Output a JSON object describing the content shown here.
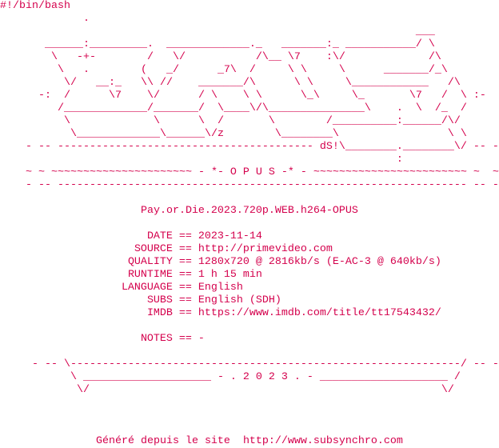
{
  "colors": {
    "text": "#d4004c",
    "background": "#ffffff"
  },
  "shebang": "#!/bin/bash",
  "art": [
    "             .",
    "                                                                 ___",
    "       ______:_________.  _____________._   _______:_ ___________/ \\",
    "        \\   -+-        /   \\/           /\\__ \\7    :\\/             /\\",
    "         \\   .        (   _/      _7\\  /     \\ \\     \\      _______/_\\",
    "          \\/   __:_   \\\\ //    _______/\\      \\ \\     \\____________   /\\",
    "      -:  /      \\7    \\/      / \\    \\ \\      \\_\\     \\_       \\7   /  \\ :-",
    "         /_____________/_______/  \\____\\/\\_______________\\    .  \\  /_  /",
    "          \\             \\      \\  /       \\        /__________:______/\\/",
    "           \\_____________\\______\\/z        \\________\\                 \\ \\",
    "    - -- ---------------------------------------- dS!\\________.________\\/ -- -",
    "                                                              :",
    "    ~ ~ ~~~~~~~~~~~~~~~~~~~~~~ - *- O P U S -* - ~~~~~~~~~~~~~~~~~~~~~~~~ ~  ~",
    "    - -- ---------------------------------------------------------------- -- -"
  ],
  "release_name": "Pay.or.Die.2023.720p.WEB.h264-OPUS",
  "separator": "==",
  "info": [
    {
      "label": "DATE",
      "value": "2023-11-14"
    },
    {
      "label": "SOURCE",
      "value": "http://primevideo.com"
    },
    {
      "label": "QUALITY",
      "value": "1280x720 @ 2816kb/s (E-AC-3 @ 640kb/s)"
    },
    {
      "label": "RUNTIME",
      "value": "1 h 15 min"
    },
    {
      "label": "LANGUAGE",
      "value": "English"
    },
    {
      "label": "SUBS",
      "value": "English (SDH)"
    },
    {
      "label": "IMDB",
      "value": "https://www.imdb.com/title/tt17543432/"
    }
  ],
  "notes": {
    "label": "NOTES",
    "value": "-"
  },
  "footer_art": [
    "     - -- \\-------------------------------------------------------------/ -- -",
    "           \\ ____________________ - . 2 0 2 3 . - ____________________ /",
    "            \\/                                                       \\/"
  ],
  "footer": {
    "label": "Généré depuis le site",
    "url": "http://www.subsynchro.com"
  }
}
